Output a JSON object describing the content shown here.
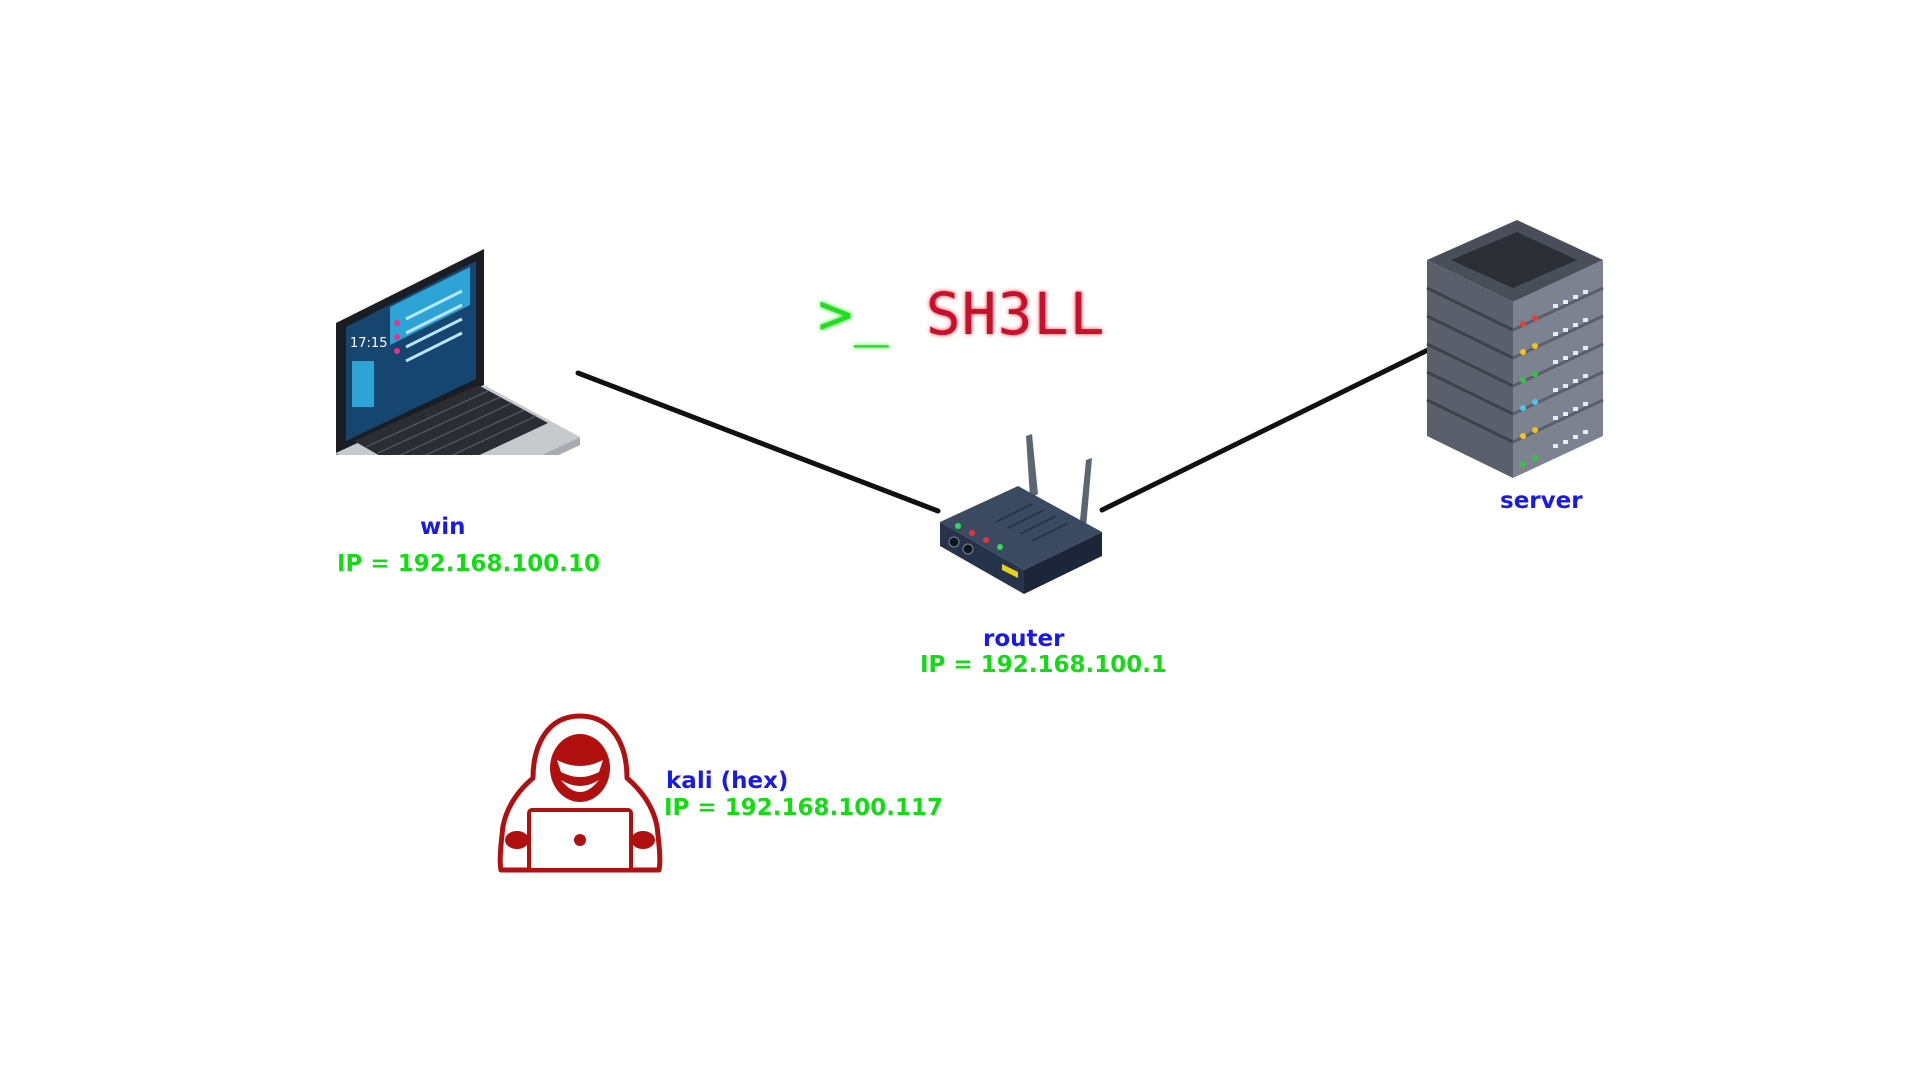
{
  "banner": {
    "prompt": ">_",
    "word": "SH3LL"
  },
  "nodes": {
    "win": {
      "name": "win",
      "ip": "IP = 192.168.100.10",
      "icon": "laptop-icon"
    },
    "router": {
      "name": "router",
      "ip": "IP = 192.168.100.1",
      "icon": "router-icon"
    },
    "server": {
      "name": "server",
      "icon": "server-rack-icon"
    },
    "kali": {
      "name": "kali (hex)",
      "ip": "IP = 192.168.100.117",
      "icon": "hooded-hacker-icon"
    }
  },
  "links": [
    {
      "from": "win",
      "to": "router"
    },
    {
      "from": "router",
      "to": "server"
    }
  ],
  "colors": {
    "name_text": "#1a1ae6",
    "ip_text": "#14dc14",
    "hacker": "#b01010",
    "link": "#111111"
  }
}
